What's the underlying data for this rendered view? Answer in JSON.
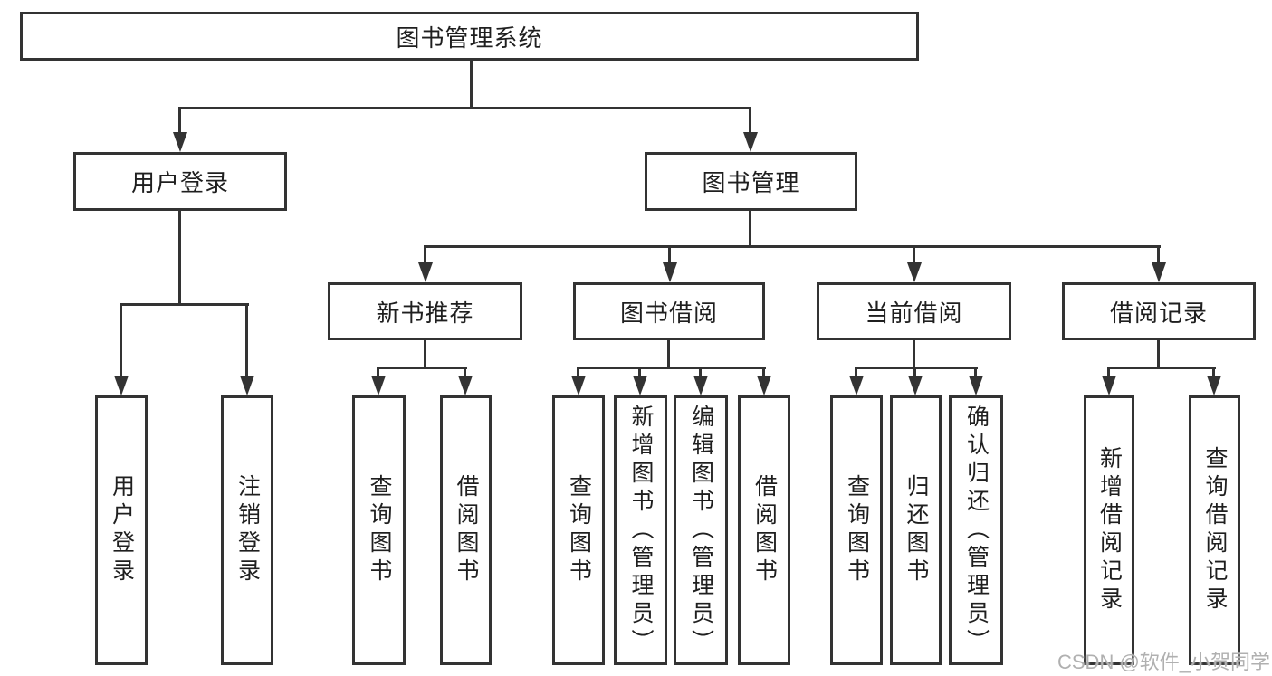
{
  "colors": {
    "line": "#333333",
    "text": "#1f1f1f",
    "watermark": "#b0b0b0",
    "background": "#ffffff"
  },
  "watermark": "CSDN @软件_小贺同学",
  "tree": {
    "root": {
      "label": "图书管理系统"
    },
    "login": {
      "label": "用户登录",
      "children": [
        {
          "label": "用户登录"
        },
        {
          "label": "注销登录"
        }
      ]
    },
    "manage": {
      "label": "图书管理",
      "groups": [
        {
          "label": "新书推荐",
          "children": [
            {
              "label": "查询图书"
            },
            {
              "label": "借阅图书"
            }
          ]
        },
        {
          "label": "图书借阅",
          "children": [
            {
              "label": "查询图书"
            },
            {
              "label": "新增图书（管理员）"
            },
            {
              "label": "编辑图书（管理员）"
            },
            {
              "label": "借阅图书"
            }
          ]
        },
        {
          "label": "当前借阅",
          "children": [
            {
              "label": "查询图书"
            },
            {
              "label": "归还图书"
            },
            {
              "label": "确认归还（管理员）"
            }
          ]
        },
        {
          "label": "借阅记录",
          "children": [
            {
              "label": "新增借阅记录"
            },
            {
              "label": "查询借阅记录"
            }
          ]
        }
      ]
    }
  }
}
